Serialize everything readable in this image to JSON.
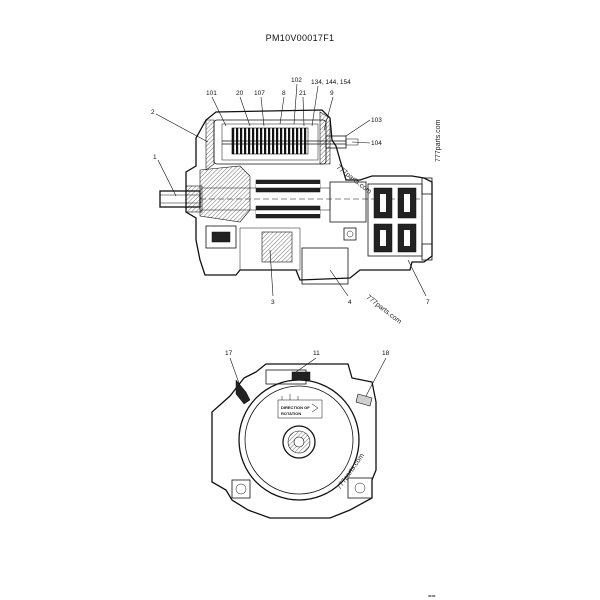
{
  "header": {
    "code": "PM10V00017F1"
  },
  "section_view": {
    "callouts": [
      "1",
      "2",
      "101",
      "20",
      "107",
      "8",
      "102",
      "21",
      "134, 144, 154",
      "9",
      "103",
      "104",
      "3",
      "4",
      "7"
    ]
  },
  "end_view": {
    "callouts": [
      "17",
      "11",
      "18"
    ],
    "plate_text": [
      "DIRECTION OF",
      "ROTATION"
    ]
  },
  "watermarks": [
    "777parts.com",
    "777parts.com",
    "777parts.com",
    "777parts.com"
  ],
  "footer": {
    "mark": "=="
  }
}
